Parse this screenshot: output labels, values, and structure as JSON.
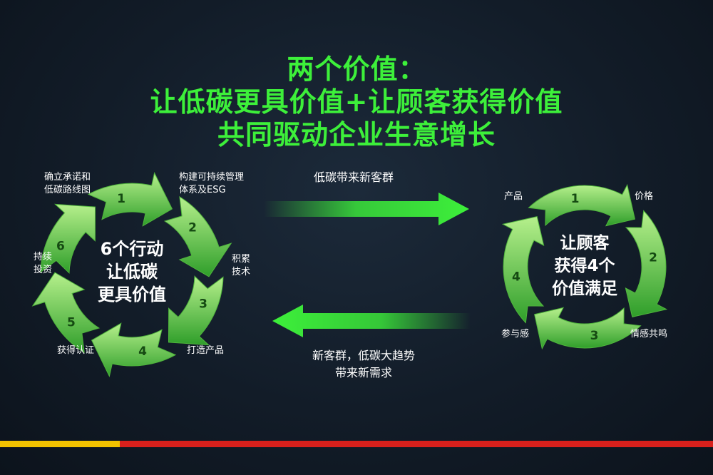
{
  "title": {
    "line1": "两个价值：",
    "line2": "让低碳更具价值+让顾客获得价值",
    "line3": "共同驱动企业生意增长"
  },
  "left_cycle": {
    "center": [
      "6个行动",
      "让低碳",
      "更具价值"
    ],
    "steps": [
      {
        "num": "1",
        "label": [
          "确立承诺和",
          "低碳路线图"
        ]
      },
      {
        "num": "2",
        "label": [
          "构建可持续管理",
          "体系及ESG"
        ]
      },
      {
        "num": "3",
        "label": [
          "积累",
          "技术"
        ]
      },
      {
        "num": "4",
        "label": [
          "打造产品"
        ]
      },
      {
        "num": "5",
        "label": [
          "获得认证"
        ]
      },
      {
        "num": "6",
        "label": [
          "持续",
          "投资"
        ]
      }
    ]
  },
  "right_cycle": {
    "center": [
      "让顾客",
      "获得4个",
      "价值满足"
    ],
    "steps": [
      {
        "num": "1",
        "label": "产品"
      },
      {
        "num": "2",
        "label": "价格"
      },
      {
        "num": "3",
        "label": "情感共鸣"
      },
      {
        "num": "4",
        "label": "参与感"
      }
    ]
  },
  "arrows": {
    "forward_label": "低碳带来新客群",
    "backward_label": [
      "新客群，低碳大趋势",
      "带来新需求"
    ]
  },
  "colors": {
    "accent": "#3df03a",
    "ring_light": "#8ee86a",
    "ring_dark": "#2f9e2a",
    "bar_yellow": "#f2c200",
    "bar_red": "#d8201c"
  }
}
